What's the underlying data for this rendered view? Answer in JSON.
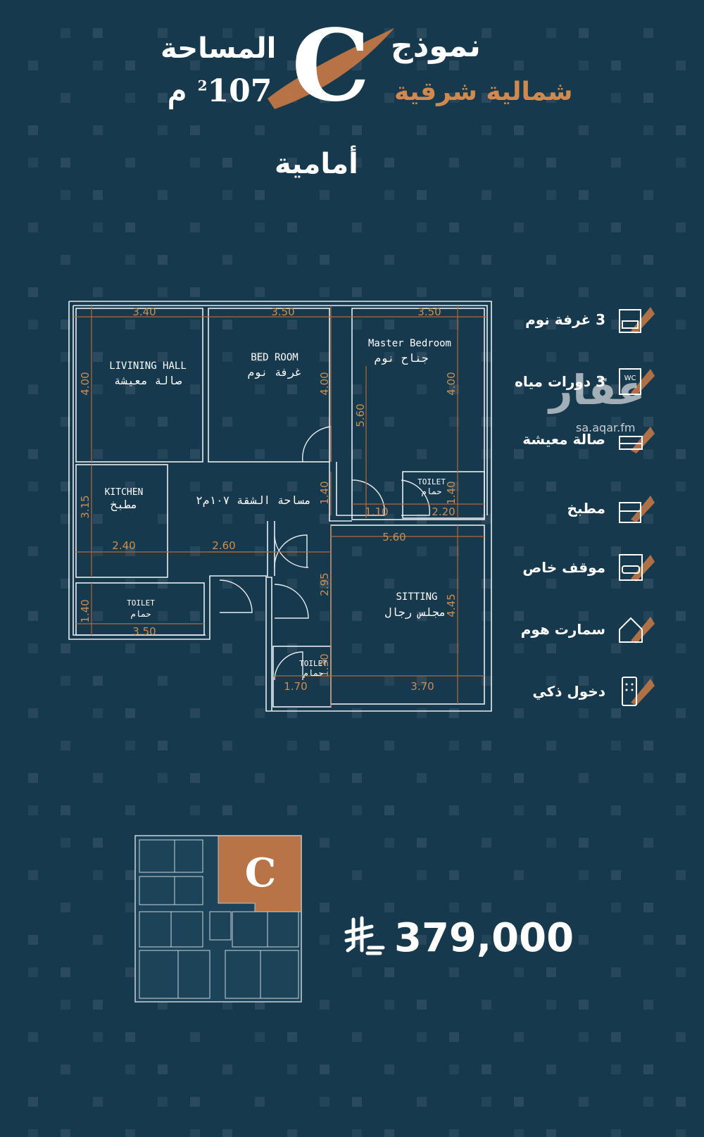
{
  "header": {
    "area_label": "المساحة",
    "area_value": "107 م",
    "area_unit_sup": "2",
    "model_label": "نموذج",
    "model_letter": "C",
    "model_direction": "شمالية شرقية",
    "facing": "أمامية"
  },
  "floor_plan": {
    "rooms": {
      "living_en": "LIVINING HALL",
      "living_ar": "صالة معيشة",
      "bedroom_en": "BED ROOM",
      "bedroom_ar": "غرفة نوم",
      "master_en": "Master Bedroom",
      "master_ar": "جناح نوم",
      "kitchen_en": "KITCHEN",
      "kitchen_ar": "مطبخ",
      "apartment_area": "مساحة الشقة ١٠٧م٢",
      "toilet_en": "TOILET",
      "toilet_ar": "حمام",
      "sitting_en": "SITTING",
      "sitting_ar": "مجلس رجال"
    },
    "dimensions": {
      "living_w": "3.40",
      "bedroom_w": "3.50",
      "master_w": "3.50",
      "living_h": "4.00",
      "bedroom_h": "4.00",
      "master_h": "4.00",
      "master_inner": "5.60",
      "corridor_h": "1.40",
      "toilet_h": "1.40",
      "door_w": "1.10",
      "toilet_w": "2.20",
      "kitchen_h": "3.15",
      "kitchen_w": "2.40",
      "hall_w": "2.60",
      "sitting_w": "5.60",
      "sitting_inner_h": "2.95",
      "sitting_h": "4.45",
      "toilet2_h": "1.40",
      "toilet2_w": "3.50",
      "toilet3_w": "1.70",
      "toilet3_h": "1.30",
      "sitting_bottom_w": "3.70"
    }
  },
  "features": [
    {
      "label": "3 غرفة نوم",
      "icon": "bedroom-icon"
    },
    {
      "label": "3 دورات مياه",
      "icon": "wc-icon"
    },
    {
      "label": "صالة معيشة",
      "icon": "sofa-icon"
    },
    {
      "label": "مطبخ",
      "icon": "kitchen-icon"
    },
    {
      "label": "موقف خاص",
      "icon": "car-icon"
    },
    {
      "label": "سمارت هوم",
      "icon": "smart-home-icon"
    },
    {
      "label": "دخول ذكي",
      "icon": "smart-lock-icon"
    }
  ],
  "watermark": {
    "brand": "عقار",
    "url": "sa.aqar.fm"
  },
  "site_plan": {
    "highlight_letter": "C"
  },
  "price": {
    "value": "379,000",
    "currency_icon": "riyal-icon"
  },
  "colors": {
    "background": "#17394d",
    "accent": "#c98f55",
    "highlight": "#c97a45"
  }
}
